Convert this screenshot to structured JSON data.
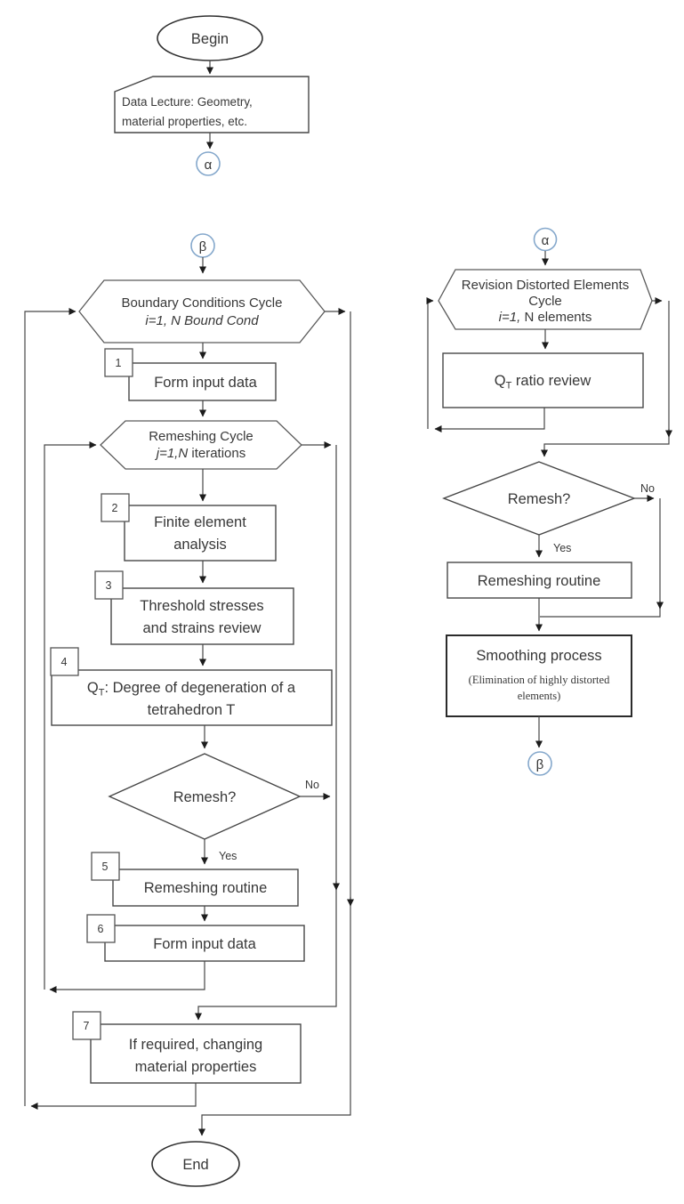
{
  "colors": {
    "line_stroke": "#474747",
    "arrowhead": "#1c1c1c",
    "connector_circle_blue": "#85a8cc",
    "text": "#383838",
    "shape_fill": "#ffffff"
  },
  "top": {
    "begin": "Begin",
    "data_lecture": {
      "line1": "Data Lecture: Geometry,",
      "line2": "material properties, etc."
    },
    "alpha_out": "α"
  },
  "left": {
    "beta_in": "β",
    "boundary_cycle": {
      "line1": "Boundary Conditions Cycle",
      "line2": "i=1, N Bound Cond"
    },
    "step1": {
      "num": "1",
      "label": "Form input data"
    },
    "remeshing_cycle": {
      "line1": "Remeshing Cycle",
      "line2_italic": "j=1,N",
      "line2_rest": " iterations"
    },
    "step2": {
      "num": "2",
      "line1": "Finite element",
      "line2": "analysis"
    },
    "step3": {
      "num": "3",
      "line1": "Threshold stresses",
      "line2": "and strains review"
    },
    "step4": {
      "num": "4",
      "q": "Q",
      "sub": "T",
      "rest": ": Degree of degeneration of a",
      "line2": "tetrahedron T"
    },
    "decision": {
      "label": "Remesh?",
      "no": "No",
      "yes": "Yes"
    },
    "step5": {
      "num": "5",
      "label": "Remeshing routine"
    },
    "step6": {
      "num": "6",
      "label": "Form input data"
    },
    "step7": {
      "num": "7",
      "line1": "If required, changing",
      "line2": "material properties"
    },
    "end": "End"
  },
  "right": {
    "alpha_in": "α",
    "revision_cycle": {
      "line1": "Revision Distorted Elements",
      "line2": "Cycle",
      "line3_italic": "i=1,",
      "line3_rest": " N elements"
    },
    "qt_review": {
      "q": "Q",
      "sub": "T",
      "rest": " ratio review"
    },
    "decision": {
      "label": "Remesh?",
      "no": "No",
      "yes": "Yes"
    },
    "remeshing_routine": "Remeshing routine",
    "smoothing": {
      "line1": "Smoothing process",
      "line2": "(Elimination of highly distorted",
      "line3": "elements)"
    },
    "beta_out": "β"
  }
}
